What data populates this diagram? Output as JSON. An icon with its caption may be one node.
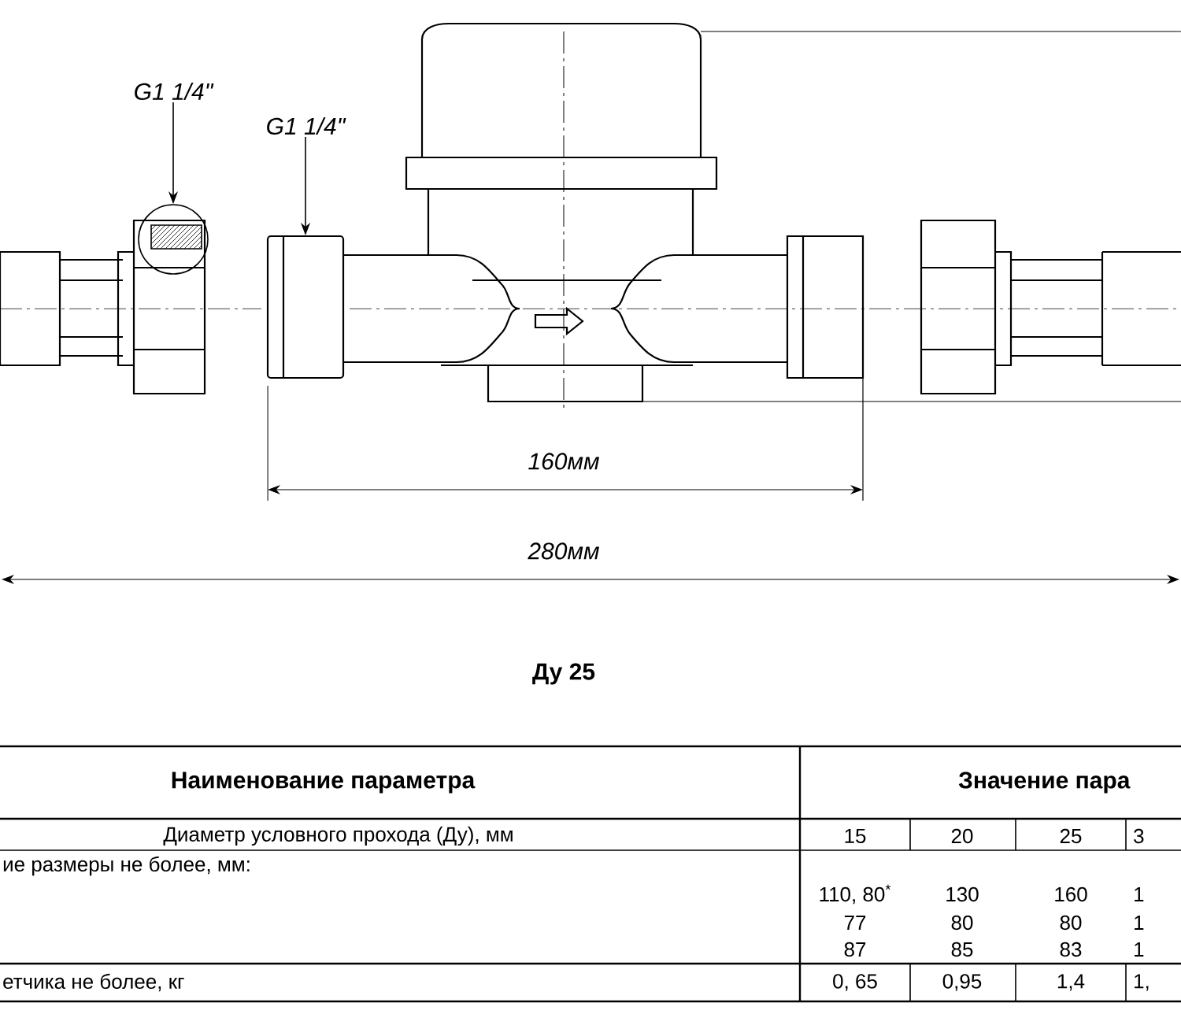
{
  "diagram": {
    "nodes": [
      {
        "text": [
          "G1 1/4\""
        ]
      },
      {
        "text": [],
        "shape": "circle"
      },
      {
        "text": [
          "G1 1/4\""
        ]
      },
      {
        "text": [],
        "shape": "box"
      }
    ],
    "edges": [
      {
        "from": 0,
        "to": 1,
        "arrow": "to"
      },
      {
        "from": 2,
        "to": 3,
        "arrow": "to"
      }
    ],
    "labels": [
      "160мм",
      "280мм",
      "Ду 25",
      "Наименование параметра",
      "Значение пара",
      "Диаметр условного прохода (Ду), мм",
      "15",
      "20",
      "25",
      "3",
      "ие размеры не более, мм:",
      "110, 80$^{*}$",
      "130",
      "160",
      "1",
      "77",
      "80",
      "80",
      "1",
      "87",
      "85",
      "83",
      "1",
      "етчика не более, кг",
      "0, 65",
      "0,95",
      "1,4",
      "1,"
    ]
  }
}
